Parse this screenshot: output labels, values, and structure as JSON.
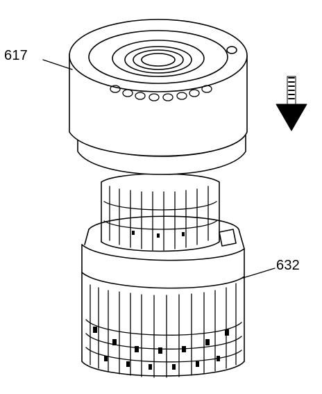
{
  "diagram": {
    "callouts": [
      {
        "id": "617",
        "text": "617"
      },
      {
        "id": "632",
        "text": "632"
      }
    ],
    "direction_arrow": "down-arrow-icon",
    "colors": {
      "ink": "#000000",
      "paper": "#ffffff"
    }
  }
}
